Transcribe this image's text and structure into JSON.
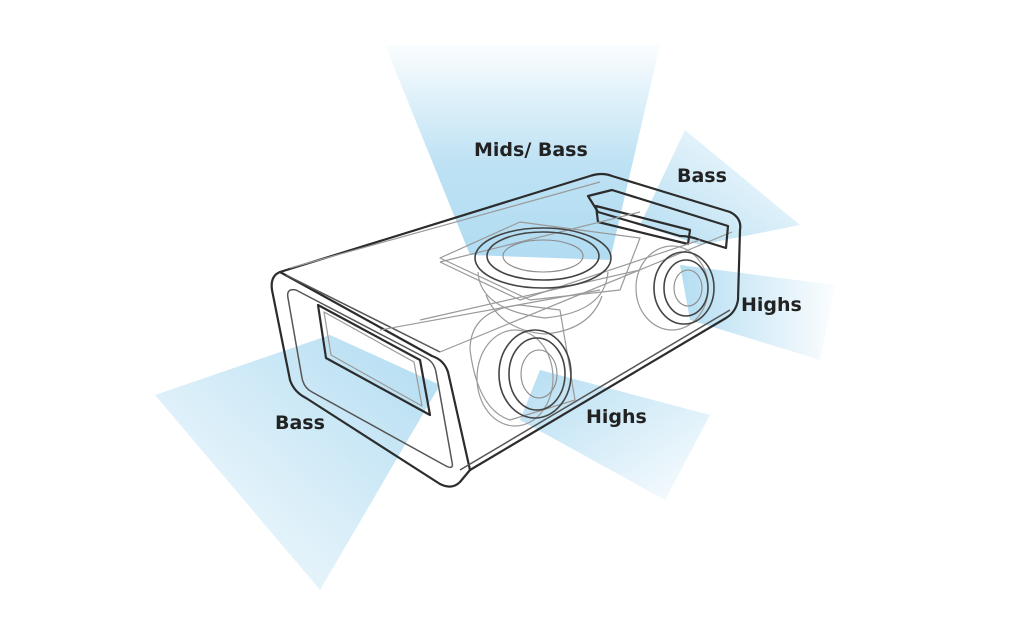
{
  "diagram": {
    "labels": {
      "mids_bass": "Mids/ Bass",
      "bass_top": "Bass",
      "highs_right": "Highs",
      "highs_front": "Highs",
      "bass_left": "Bass"
    },
    "colors": {
      "beam": "#a8d8f0",
      "outline": "#2c2c2c",
      "background": "#ffffff"
    }
  }
}
